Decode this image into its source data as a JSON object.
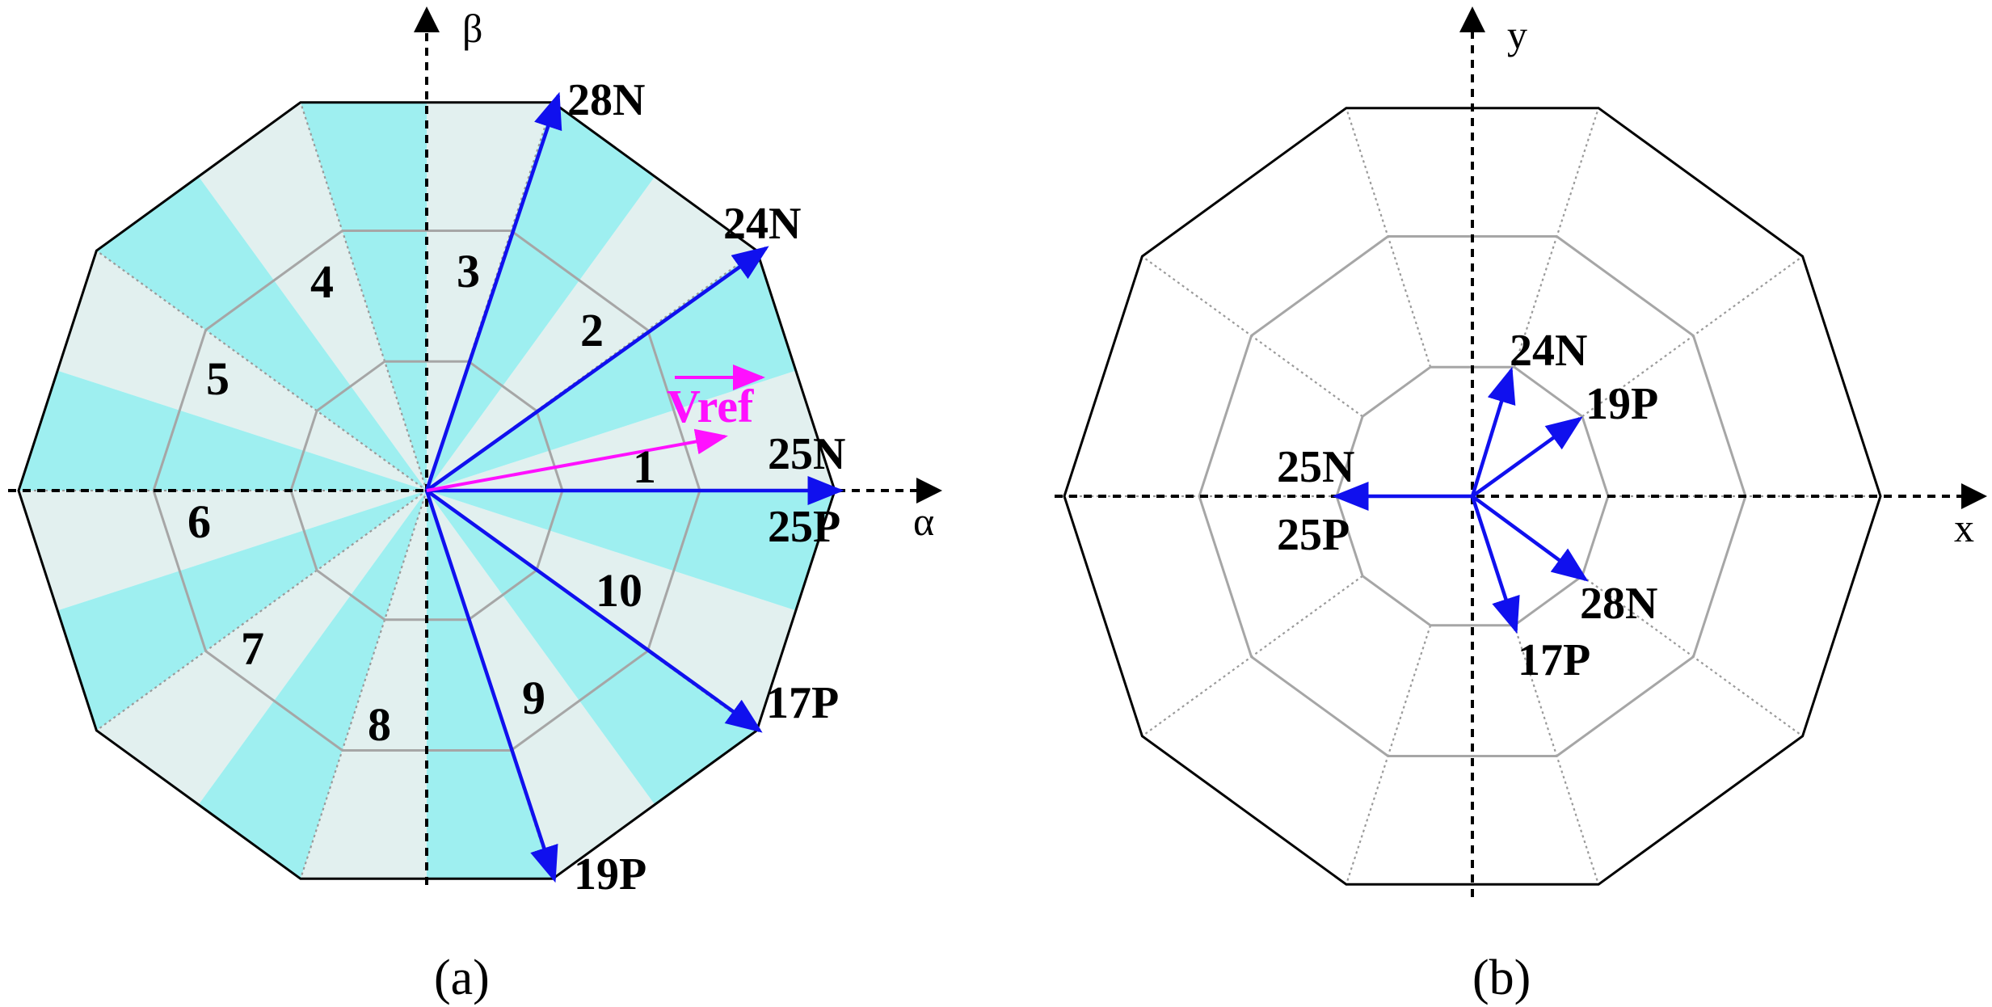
{
  "colors": {
    "sector_cyan": "#9eeff0",
    "sector_grey": "#e2f0ef",
    "outline": "#000000",
    "ring": "#a6a6a6",
    "dotted": "#9a9a9a",
    "vector": "#1010ee",
    "vref": "#ff10ff",
    "axis": "#000000"
  },
  "panel_a": {
    "caption": "(a)",
    "axis_horizontal": "α",
    "axis_vertical": "β",
    "sectors": [
      "1",
      "2",
      "3",
      "4",
      "5",
      "6",
      "7",
      "8",
      "9",
      "10"
    ],
    "vectors": [
      "28N",
      "24N",
      "25N",
      "25P",
      "17P",
      "19P"
    ],
    "reference_vector": "Vref"
  },
  "panel_b": {
    "caption": "(b)",
    "axis_horizontal": "x",
    "axis_vertical": "y",
    "vectors": [
      "24N",
      "19P",
      "25N",
      "25P",
      "28N",
      "17P"
    ]
  }
}
